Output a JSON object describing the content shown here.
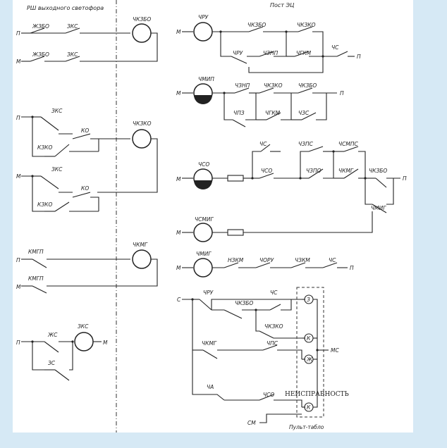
{
  "headers": {
    "left": "РШ выходного светофора",
    "right": "Пост ЭЦ"
  },
  "labels": {
    "cs_top": "ЧКЗБО",
    "cs_mid": "ЧКЗКО",
    "cs_third": "ЧКМГ",
    "cs_bottom": "ЗКС",
    "k_zbo1": "ЖЗБО",
    "k_zks1": "ЗКС",
    "k_zbo2": "ЖЗБО",
    "k_zks2": "ЗКС",
    "k_zks3": "ЗКС",
    "k_ko1": "КО",
    "k_kzko1": "КЗКО",
    "k_zks4": "ЗКС",
    "k_ko2": "КО",
    "k_kzko2": "КЗКО",
    "k_kmgp1": "КМГП",
    "k_kmgp2": "КМГП",
    "k_zhs": "ЖС",
    "k_zs": "ЗС",
    "r1_coil": "ЧРУ",
    "r1_a": "ЧКЗБО",
    "r1_b": "ЧКЗКО",
    "r1_c": "ЧРУ",
    "r1_d": "ЧЗНП",
    "r1_e": "ЧГКМ",
    "r1_f": "ЧС",
    "r2_coil": "ЧМИП",
    "r2_a": "ЧЗНП",
    "r2_b": "ЧКЗКО",
    "r2_c": "ЧКЗБО",
    "r2_d": "ЧПЗ",
    "r2_e": "ЧГКМ",
    "r2_f": "ЧЗС",
    "r3_coil": "ЧСО",
    "r3_a": "ЧС",
    "r3_b": "ЧЗПС",
    "r3_c": "ЧСМПС",
    "r3_d": "ЧСО",
    "r3_e": "ЧЗПО",
    "r3_f": "ЧКМГ",
    "r3_g": "ЧКЗБО",
    "r3_h": "ЧМИГ",
    "r4_coil": "ЧСМИГ",
    "r5_coil": "ЧМИГ",
    "r5_a": "НЗКМ",
    "r5_b": "ЧОРУ",
    "r5_c": "ЧЗКМ",
    "r5_d": "ЧС",
    "b_a": "ЧРУ",
    "b_b": "ЧС",
    "b_c": "ЧКЗБО",
    "b_d": "ЧКЗКО",
    "b_e": "ЧКМГ",
    "b_f": "ЧПС",
    "b_g": "ЧА",
    "b_h": "ЧСО",
    "lamp_z": "З",
    "lamp_k1": "К",
    "lamp_zh": "Ж",
    "lamp_k2": "К",
    "lamp_common": "МС",
    "table_caption": "НЕИСПРАВНОСТЬ",
    "table_name": "Пульт-табло",
    "polarity_p": "П",
    "polarity_m": "М",
    "polarity_s": "С",
    "polarity_sm": "СМ"
  }
}
